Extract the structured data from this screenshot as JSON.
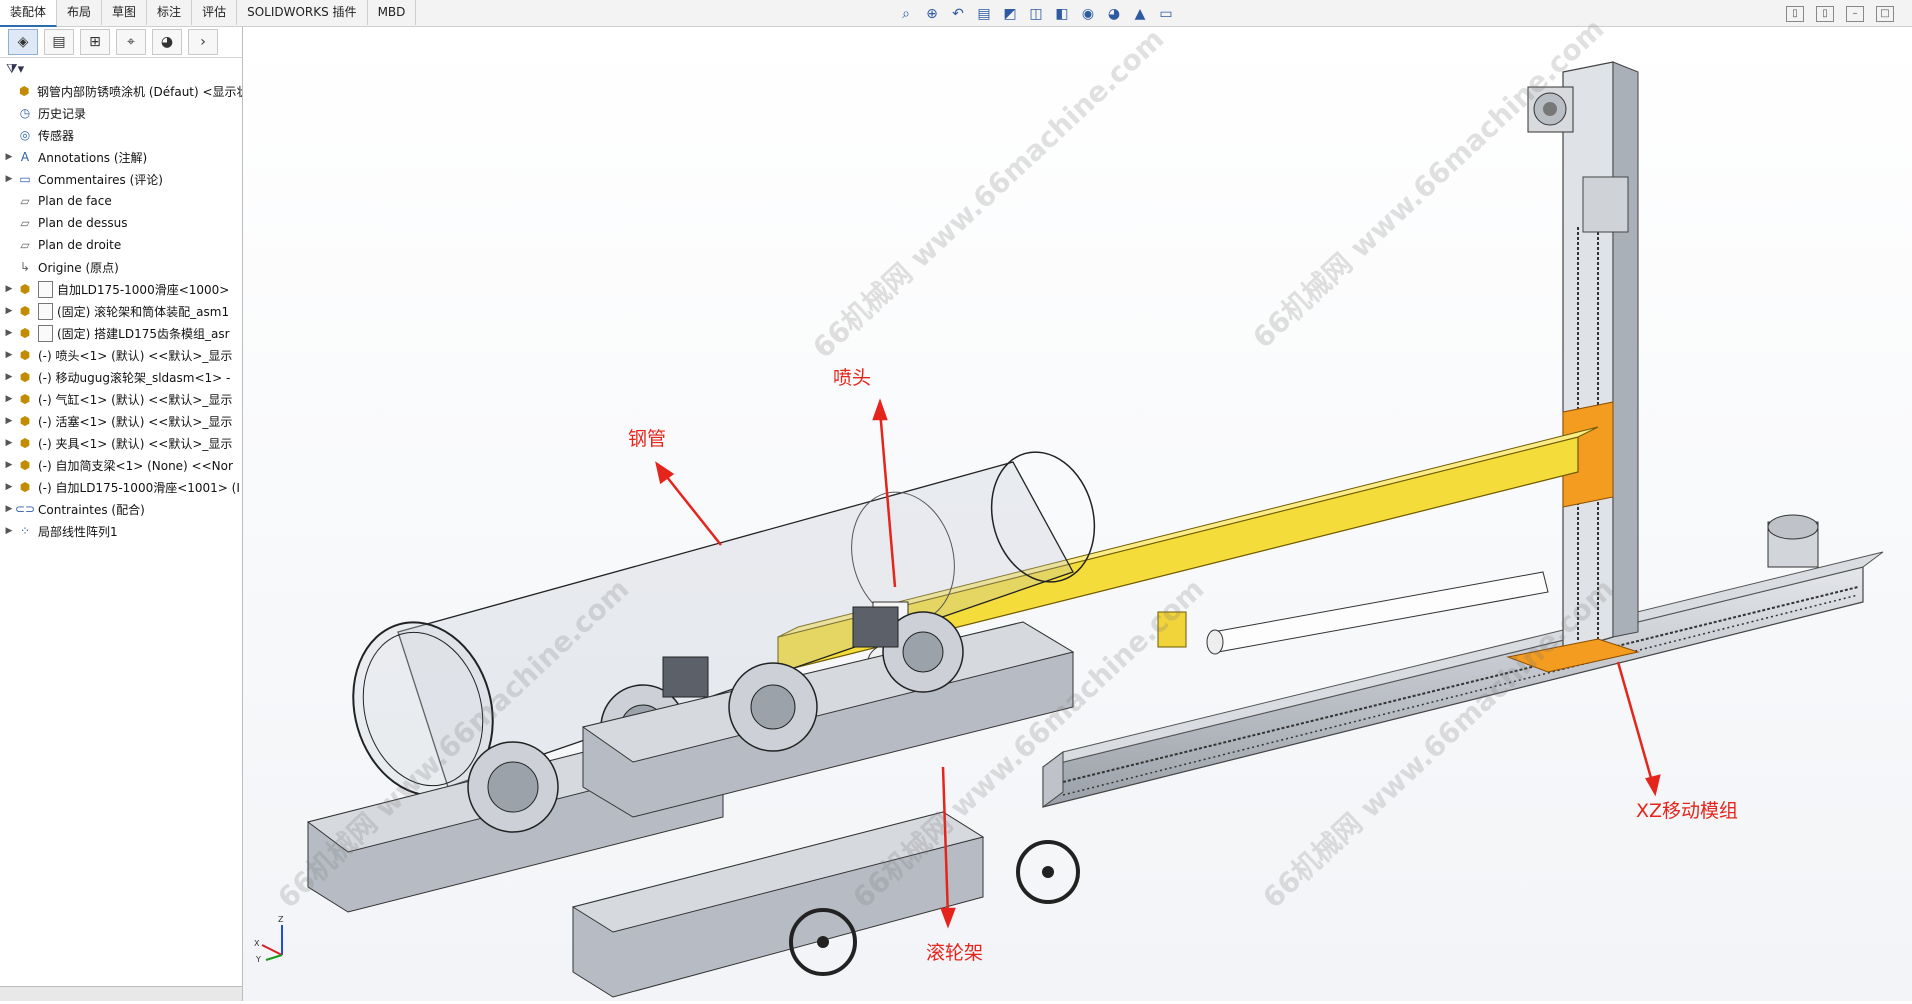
{
  "tabs": [
    "装配体",
    "布局",
    "草图",
    "标注",
    "评估",
    "SOLIDWORKS 插件",
    "MBD"
  ],
  "active_tab": "装配体",
  "tree": {
    "root": "钢管内部防锈喷涂机 (Défaut) <显示状",
    "items": [
      {
        "label": "历史记录",
        "icon": "history-icon",
        "caret": false
      },
      {
        "label": "传感器",
        "icon": "sensor-icon",
        "caret": false
      },
      {
        "label": "Annotations (注解)",
        "icon": "annotation-icon",
        "caret": true
      },
      {
        "label": "Commentaires (评论)",
        "icon": "comment-icon",
        "caret": true
      },
      {
        "label": "Plan de face",
        "icon": "plane-icon",
        "caret": false
      },
      {
        "label": "Plan de dessus",
        "icon": "plane-icon",
        "caret": false
      },
      {
        "label": "Plan de droite",
        "icon": "plane-icon",
        "caret": false
      },
      {
        "label": "Origine (原点)",
        "icon": "origin-icon",
        "caret": false
      },
      {
        "label": "自加LD175-1000滑座<1000>",
        "icon": "assembly-icon",
        "caret": true,
        "doc": true
      },
      {
        "label": "(固定) 滚轮架和筒体装配_asm1",
        "icon": "assembly-icon",
        "caret": true,
        "doc": true
      },
      {
        "label": "(固定) 搭建LD175齿条模组_asr",
        "icon": "assembly-icon",
        "caret": true,
        "doc": true
      },
      {
        "label": "(-) 喷头<1> (默认) <<默认>_显示",
        "icon": "assembly-icon",
        "caret": true
      },
      {
        "label": "(-) 移动ugug滚轮架_sldasm<1> -",
        "icon": "assembly-icon",
        "caret": true
      },
      {
        "label": "(-) 气缸<1> (默认) <<默认>_显示",
        "icon": "assembly-icon",
        "caret": true
      },
      {
        "label": "(-) 活塞<1> (默认) <<默认>_显示",
        "icon": "assembly-icon",
        "caret": true
      },
      {
        "label": "(-) 夹具<1> (默认) <<默认>_显示",
        "icon": "assembly-icon",
        "caret": true
      },
      {
        "label": "(-) 自加简支梁<1> (None) <<Nor",
        "icon": "assembly-icon",
        "caret": true
      },
      {
        "label": "(-) 自加LD175-1000滑座<1001> (I",
        "icon": "assembly-icon",
        "caret": true
      },
      {
        "label": "Contraintes (配合)",
        "icon": "mate-icon",
        "caret": true
      },
      {
        "label": "局部线性阵列1",
        "icon": "pattern-icon",
        "caret": true
      }
    ]
  },
  "callouts": {
    "nozzle": "喷头",
    "pipe": "钢管",
    "roller": "滚轮架",
    "xz": "XZ移动模组"
  },
  "watermark": "66机械网 www.66machine.com",
  "triad": {
    "z": "Z",
    "x": "X",
    "y": "Y"
  }
}
